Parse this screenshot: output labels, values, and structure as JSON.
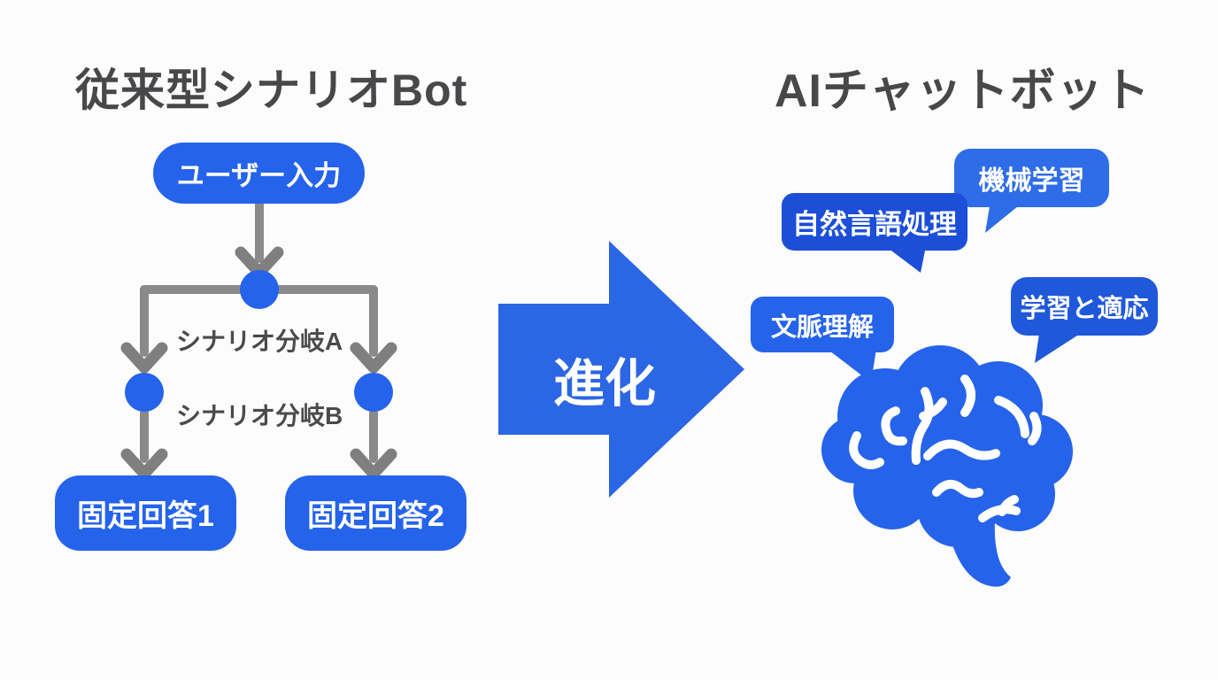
{
  "background_color": "#fcfcfc",
  "colors": {
    "primary_blue": "#2563eb",
    "dark_blue": "#1c4ed8",
    "medium_blue": "#2e6ce8",
    "adapt_bubble_blue": "#2058da",
    "connector_gray": "#8a8a8a",
    "title_gray": "#48484a",
    "text_white": "#ffffff"
  },
  "left_panel": {
    "title": "従来型シナリオBot",
    "input_node_label": "ユーザー入力",
    "branch_labels": [
      "シナリオ分岐A",
      "シナリオ分岐B"
    ],
    "answer_nodes": [
      "固定回答1",
      "固定回答2"
    ]
  },
  "transition": {
    "label": "進化"
  },
  "right_panel": {
    "title": "AIチャットボット",
    "bubbles": [
      {
        "label": "機械学習"
      },
      {
        "label": "自然言語処理"
      },
      {
        "label": "文脈理解"
      },
      {
        "label": "学習と適応"
      }
    ],
    "icons": [
      "brain-icon"
    ]
  }
}
